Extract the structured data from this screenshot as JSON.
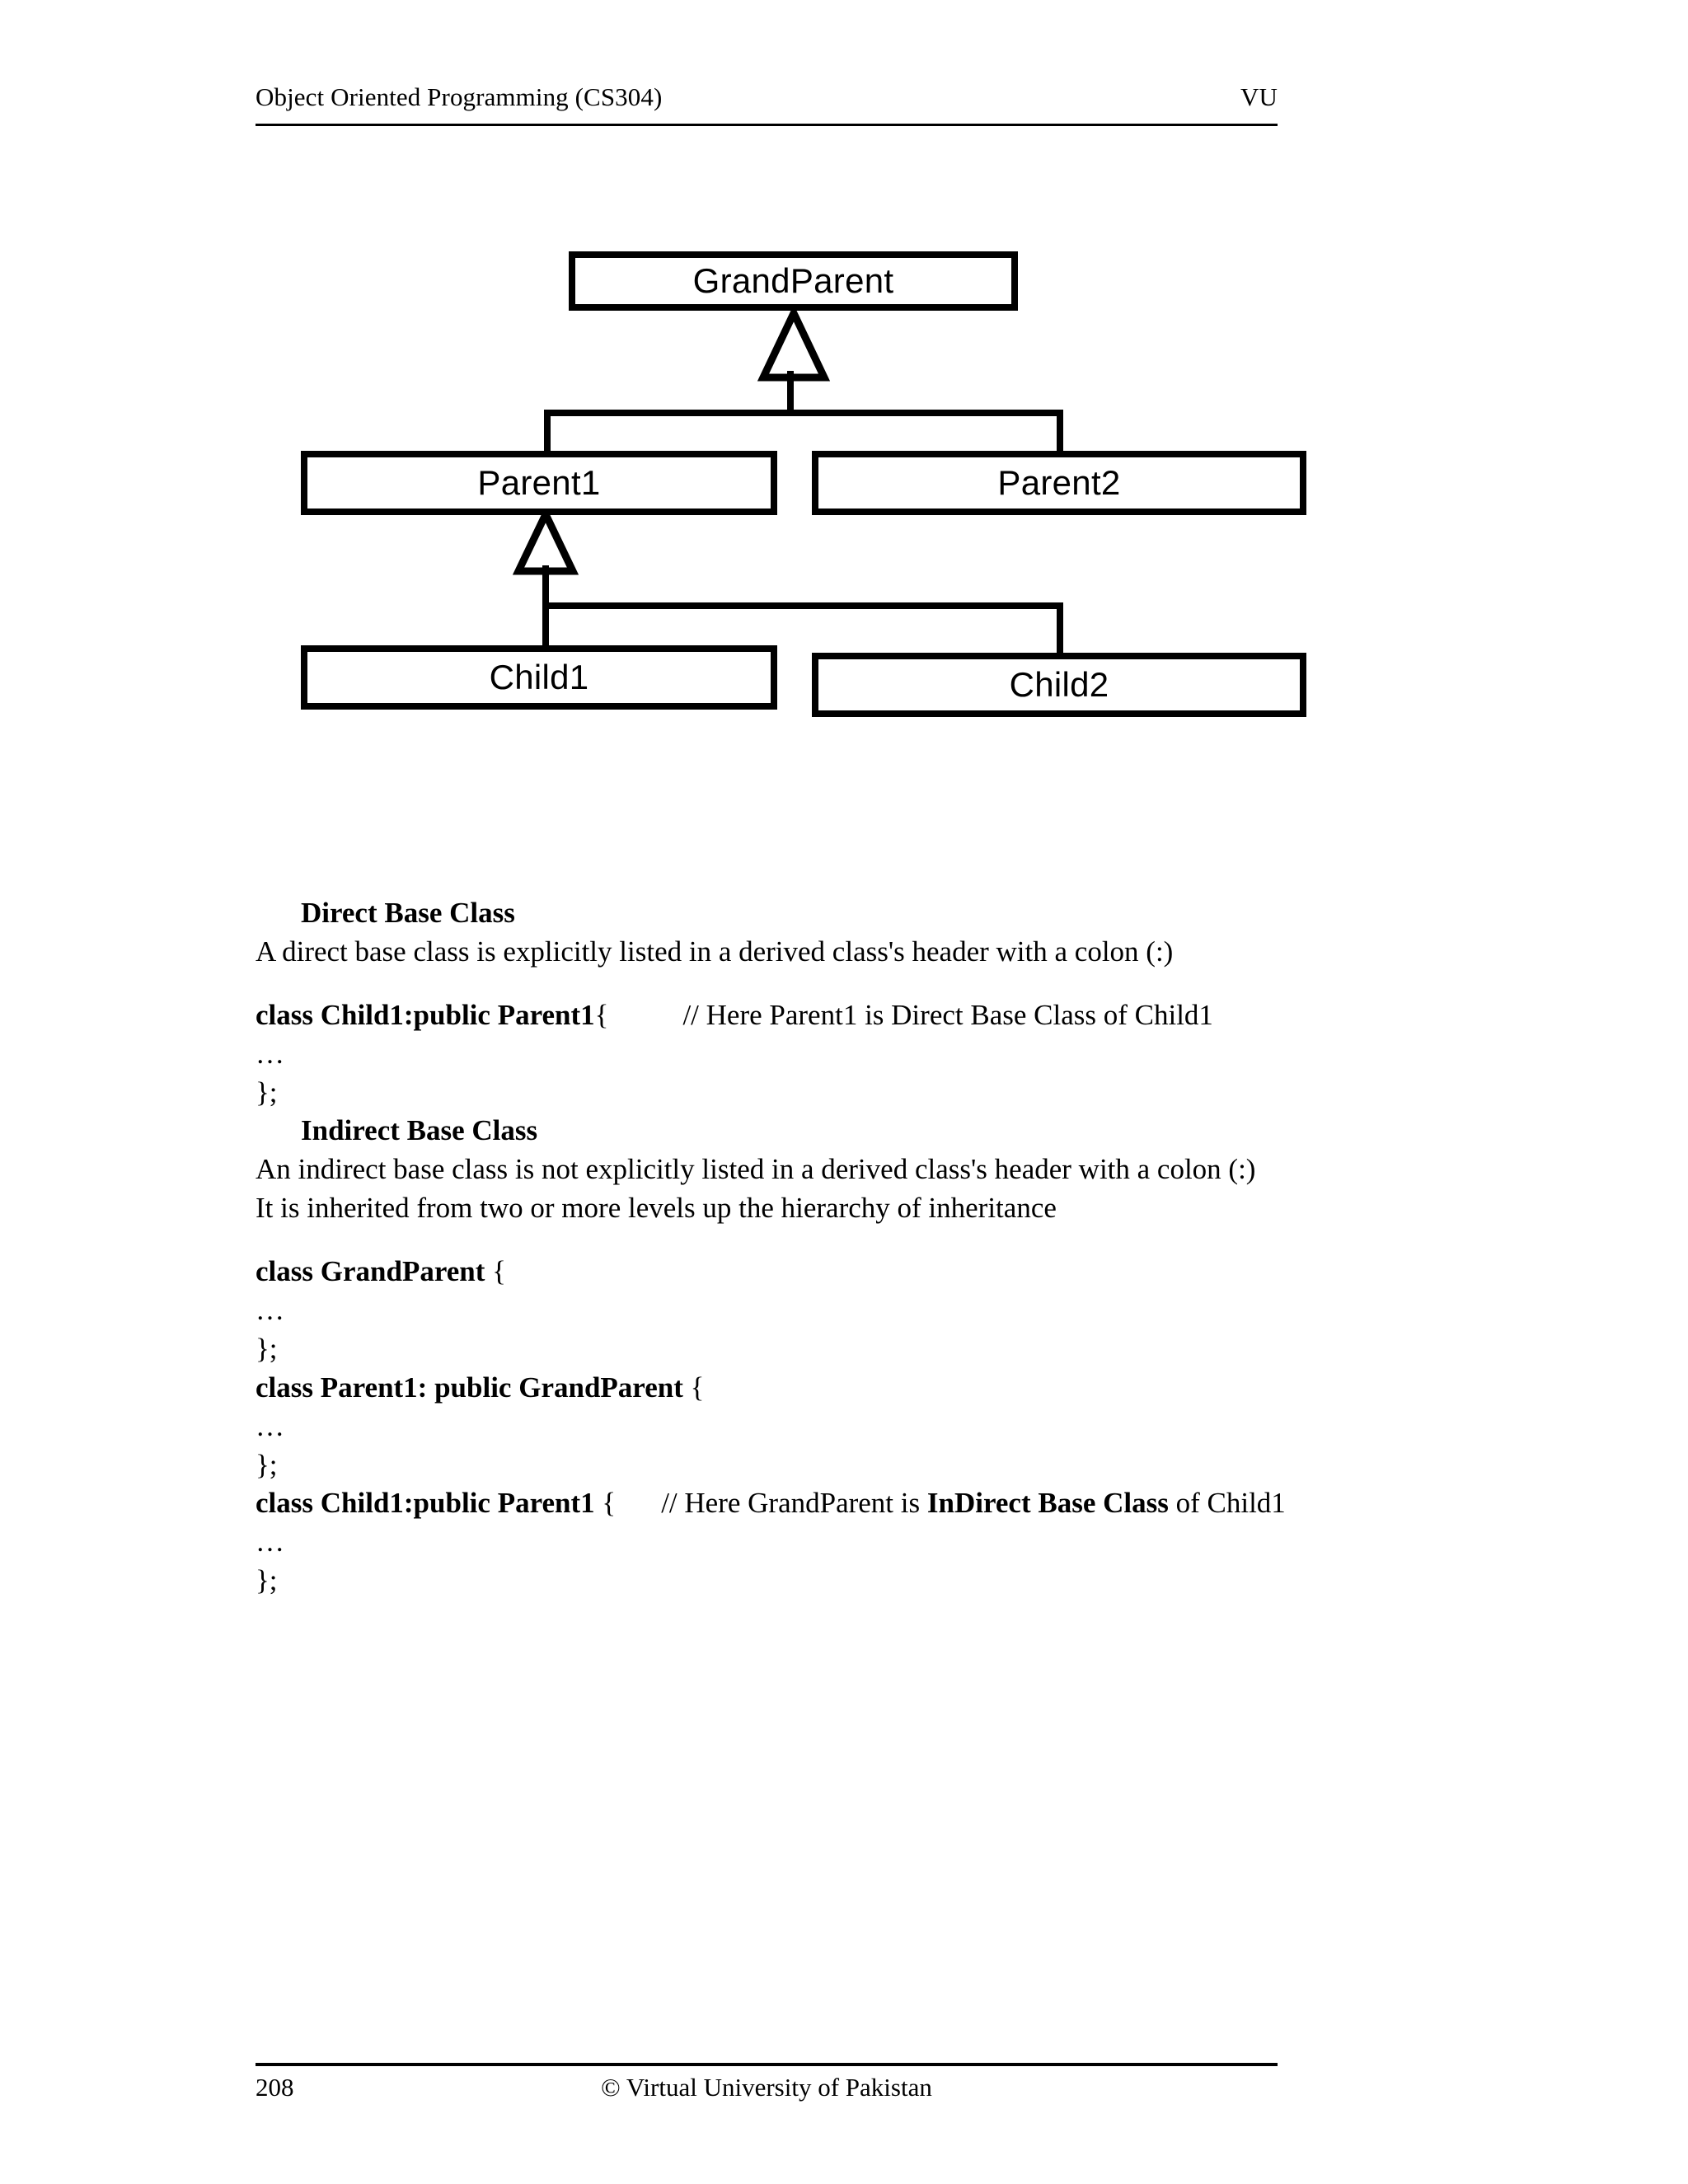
{
  "header": {
    "course": "Object Oriented Programming (CS304)",
    "org": "VU"
  },
  "diagram": {
    "title": "class-inheritance-hierarchy",
    "nodes": [
      {
        "id": "grandparent",
        "label": "GrandParent"
      },
      {
        "id": "parent1",
        "label": "Parent1"
      },
      {
        "id": "parent2",
        "label": "Parent2"
      },
      {
        "id": "child1",
        "label": "Child1"
      },
      {
        "id": "child2",
        "label": "Child2"
      }
    ],
    "edges": [
      {
        "from": "parent1",
        "to": "grandparent",
        "type": "generalization"
      },
      {
        "from": "parent2",
        "to": "grandparent",
        "type": "generalization"
      },
      {
        "from": "child1",
        "to": "parent1",
        "type": "generalization"
      },
      {
        "from": "child2",
        "to": "parent1",
        "type": "generalization"
      }
    ]
  },
  "body": {
    "direct": {
      "heading": "Direct Base Class",
      "paragraph": "A direct base class is explicitly listed in a derived class's  header with a colon (:)",
      "code": {
        "decl": "class Child1:public Parent1",
        "brace": "{",
        "comment": "// Here Parent1 is Direct Base Class of Child1",
        "ellipsis": "…",
        "close": "};"
      }
    },
    "indirect": {
      "heading": "Indirect Base Class",
      "paragraph1": "An indirect base class is not explicitly listed in a derived class's header with a colon (:)",
      "paragraph2": "It is inherited from two or more levels up the hierarchy of inheritance",
      "code": {
        "line_grandparent": "class GrandParent",
        "line_parent1": "class Parent1: public GrandParent",
        "line_child1": "class Child1:public Parent1",
        "brace": "{",
        "ellipsis": "…",
        "close": "};",
        "comment_pre": "// Here GrandParent is ",
        "comment_bold": "InDirect Base Class",
        "comment_post": " of Child1"
      }
    }
  },
  "footer": {
    "page_number": "208",
    "copyright": "© Virtual University of Pakistan"
  }
}
